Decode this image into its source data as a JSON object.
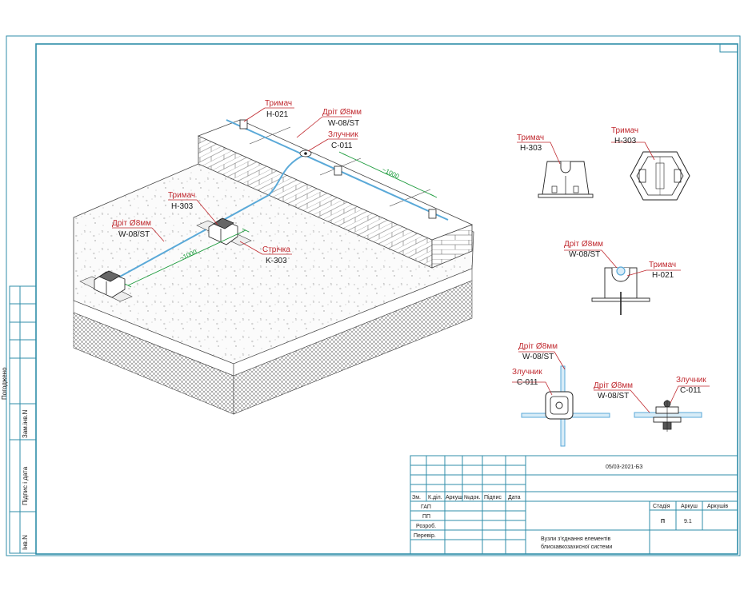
{
  "colors": {
    "frame": "#2f8ea8",
    "label": "#c0282e",
    "wire": "#5aa9d8",
    "dimension": "#1a9a3a",
    "ink": "#1a1a1a"
  },
  "labels": {
    "h021_top": {
      "name": "Тримач",
      "code": "H-021"
    },
    "wire_top": {
      "name": "Дріт Ø8мм",
      "code": "W-08/ST"
    },
    "c011_top": {
      "name": "Злучник",
      "code": "C-011"
    },
    "h303_left": {
      "name": "Тримач",
      "code": "H-303"
    },
    "wire_left": {
      "name": "Дріт Ø8мм",
      "code": "W-08/ST"
    },
    "tape": {
      "name": "Стрічка",
      "code": "K-303"
    },
    "h303_side": {
      "name": "Тримач",
      "code": "H-303"
    },
    "h303_plan": {
      "name": "Тримач",
      "code": "H-303"
    },
    "wire_h021": {
      "name": "Дріт Ø8мм",
      "code": "W-08/ST"
    },
    "h021_det": {
      "name": "Тримач",
      "code": "H-021"
    },
    "wire_cross": {
      "name": "Дріт Ø8мм",
      "code": "W-08/ST"
    },
    "c011_cross": {
      "name": "Злучник",
      "code": "C-011"
    },
    "wire_conn": {
      "name": "Дріт Ø8мм",
      "code": "W-08/ST"
    },
    "c011_conn": {
      "name": "Злучник",
      "code": "C-011"
    }
  },
  "dimensions": {
    "parapet": "~1000",
    "roof": "~1000"
  },
  "side_stamp": {
    "agreed": "Погоджено",
    "replaced_inv": "Зам.інв.N",
    "sign_date": "Підпис і дата",
    "inv_no": "Інв.N"
  },
  "title_block": {
    "doc_code": "05/03-2021-БЗ",
    "headers": [
      "Зм.",
      "К.діл.",
      "Аркуш",
      "№док.",
      "Підпис",
      "Дата"
    ],
    "roles": [
      "ГАП",
      "ПП",
      "Розроб.",
      "Перевір."
    ],
    "stage_label": "Стадія",
    "sheet_label": "Аркуш",
    "sheets_label": "Аркушів",
    "stage_value": "П",
    "sheet_value": "9.1",
    "title_line1": "Вузли з'єднання елементів",
    "title_line2": "блискавкозахисної системи"
  }
}
